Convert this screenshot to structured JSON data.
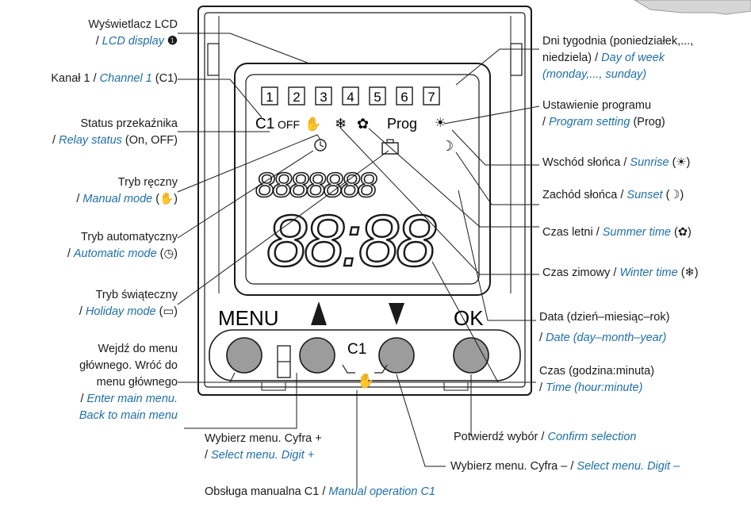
{
  "device": {
    "days": [
      "1",
      "2",
      "3",
      "4",
      "5",
      "6",
      "7"
    ],
    "channel_indicator": "C1",
    "relay_state": "OFF",
    "program_label": "Prog",
    "text_segments": "8888888",
    "time_segments": "88:88",
    "button_menu_label": "MENU",
    "button_ok_label": "OK",
    "channel_label": "C1"
  },
  "callouts": {
    "lcd": {
      "pl": "Wyświetlacz LCD",
      "sep": "/ ",
      "en": "LCD display",
      "num": "❶"
    },
    "channel": {
      "pl": "Kanał 1 / ",
      "en": "Channel 1",
      "sym": " (C1)"
    },
    "relay": {
      "pl": "Status przekaźnika",
      "sep": "/ ",
      "en": "Relay status",
      "sym": " (On, OFF)"
    },
    "manual": {
      "pl": "Tryb ręczny",
      "sep": "/ ",
      "en": "Manual mode",
      "sym": " (✋)"
    },
    "auto": {
      "pl": "Tryb automatyczny",
      "sep": "/ ",
      "en": "Automatic mode",
      "sym": " (◷)"
    },
    "holiday": {
      "pl": "Tryb świąteczny",
      "sep": "/ ",
      "en": "Holiday mode",
      "sym": " (▭)"
    },
    "menu_btn": {
      "l1": "Wejdź do menu",
      "l2": "głównego. Wróć do",
      "l3": "menu głównego",
      "sep": "/ ",
      "en1": "Enter main menu.",
      "en2": "Back to main menu"
    },
    "days": {
      "pl1": "Dni tygodnia (poniedziałek,...,",
      "pl2": "niedziela) / ",
      "en2": "Day of week",
      "en3": "(monday,..., sunday)"
    },
    "program": {
      "pl": "Ustawienie programu",
      "sep": "/ ",
      "en": "Program setting",
      "sym": " (Prog)"
    },
    "sunrise": {
      "pl": "Wschód słońca / ",
      "en": "Sunrise",
      "sym": " (☀)"
    },
    "sunset": {
      "pl": "Zachód słońca / ",
      "en": "Sunset",
      "sym": " (☽)"
    },
    "summer": {
      "pl": "Czas letni / ",
      "en": "Summer time",
      "sym": " (✿)"
    },
    "winter": {
      "pl": "Czas zimowy / ",
      "en": "Winter time",
      "sym": " (❄)"
    },
    "date": {
      "pl": "Data (dzień–miesiąc–rok)",
      "sep": "/ ",
      "en": "Date (day–month–year)"
    },
    "time": {
      "pl": "Czas (godzina:minuta)",
      "sep": "/ ",
      "en": "Time (hour:minute)"
    },
    "up_btn": {
      "pl": "Wybierz menu. Cyfra +",
      "sep": "/ ",
      "en": "Select menu. Digit +"
    },
    "ok_btn": {
      "pl": "Potwierdź wybór / ",
      "en": "Confirm selection"
    },
    "down_btn": {
      "pl": "Wybierz menu. Cyfra – / ",
      "en": "Select menu. Digit –"
    },
    "manual_op": {
      "pl": "Obsługa manualna C1 / ",
      "en": "Manual operation C1"
    }
  }
}
